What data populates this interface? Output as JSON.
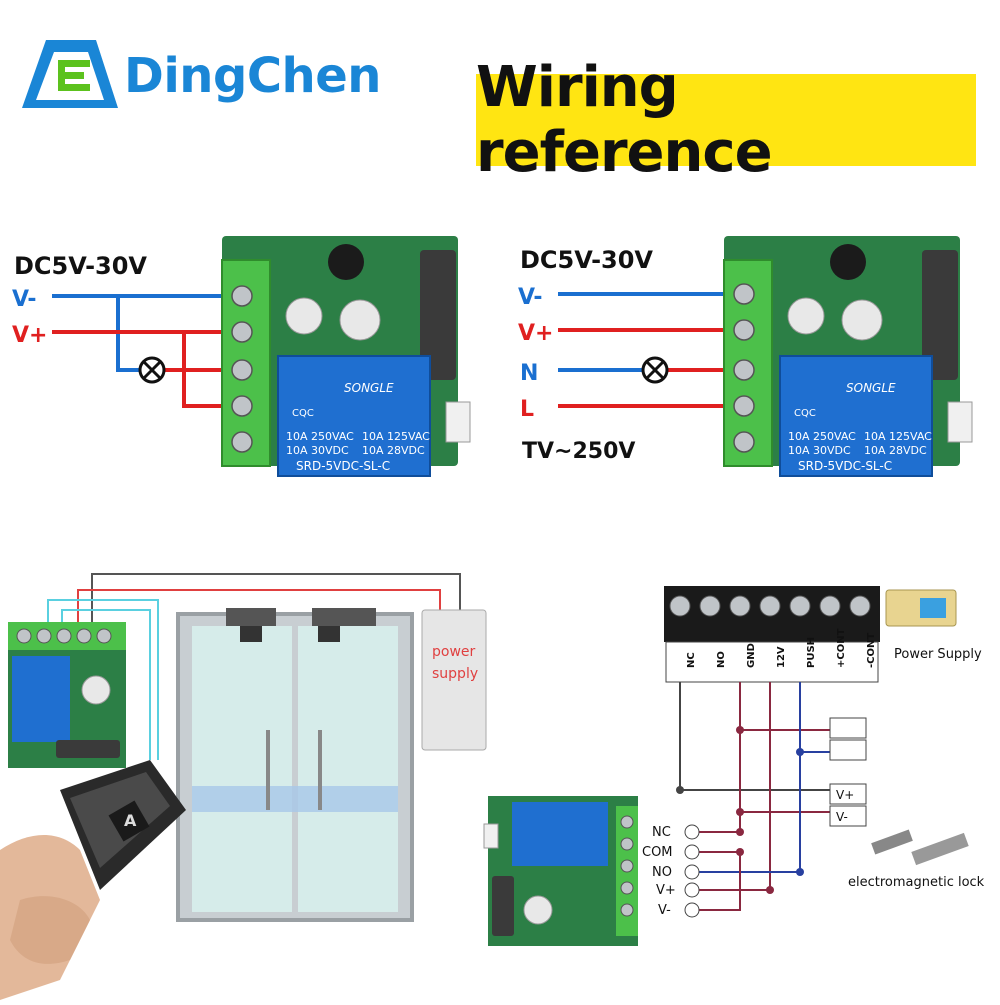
{
  "brand": {
    "name": "DingChen",
    "color": "#1a86d6"
  },
  "banner": {
    "title": "Wiring reference",
    "color": "#ffe512"
  },
  "diagram_left": {
    "supply_label": "DC5V-30V",
    "wires": [
      {
        "label": "V-",
        "color": "#1a6fd0"
      },
      {
        "label": "V+",
        "color": "#e02020"
      }
    ]
  },
  "diagram_right": {
    "supply_label": "DC5V-30V",
    "load_label": "TV~250V",
    "wires": [
      {
        "label": "V-",
        "color": "#1a6fd0"
      },
      {
        "label": "V+",
        "color": "#e02020"
      },
      {
        "label": "N",
        "color": "#1a6fd0"
      },
      {
        "label": "L",
        "color": "#e02020"
      }
    ]
  },
  "relay_module": {
    "brand": "SONGLE",
    "cert": "CQC",
    "ratings": [
      "10A 250VAC",
      "10A 125VAC",
      "10A 30VDC",
      "10A 28VDC"
    ],
    "model": "SRD-5VDC-SL-C"
  },
  "door_photo": {
    "power_supply_line1": "power",
    "power_supply_line2": "supply",
    "remote_button": "A"
  },
  "lock_diagram": {
    "terminals": [
      "NC",
      "NO",
      "GND",
      "12V",
      "PUSH",
      "+CONT",
      "-CONT"
    ],
    "power_supply_label": "Power Supply",
    "box_labels": [
      "V+",
      "V-"
    ],
    "module_pins": [
      "NC",
      "COM",
      "NO",
      "V+",
      "V-"
    ],
    "lock_label": "electromagnetic lock"
  }
}
